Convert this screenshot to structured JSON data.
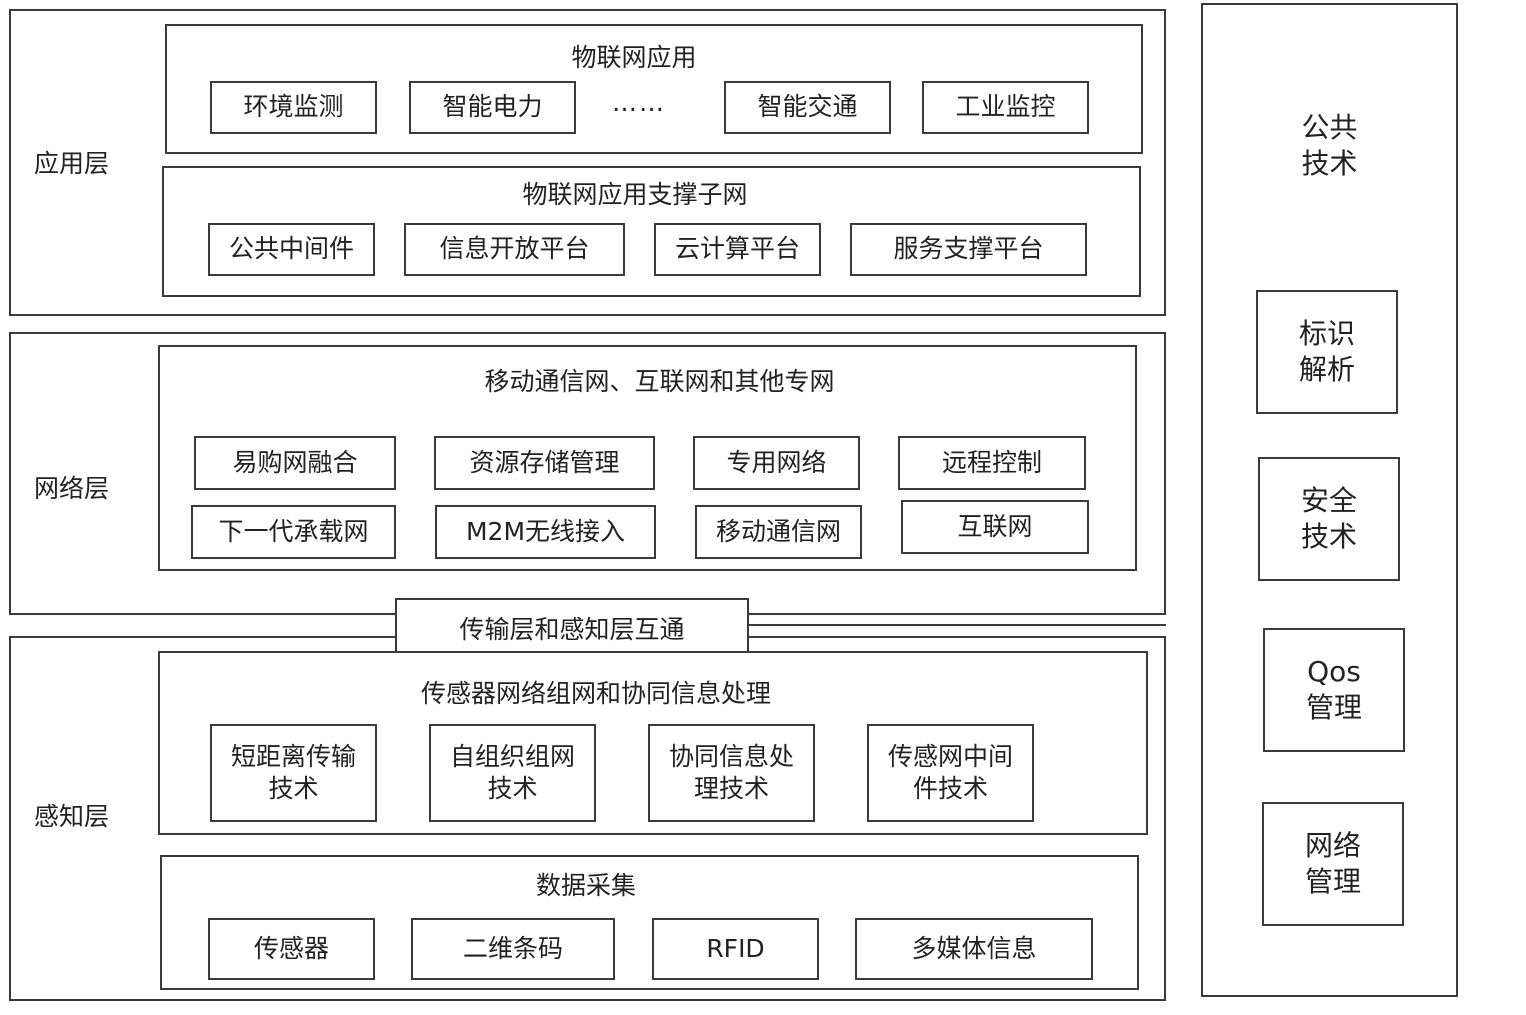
{
  "application_layer": {
    "label": "应用层",
    "apps": {
      "title": "物联网应用",
      "items": [
        "环境监测",
        "智能电力",
        "智能交通",
        "工业监控"
      ],
      "ellipsis": "……"
    },
    "support": {
      "title": "物联网应用支撑子网",
      "items": [
        "公共中间件",
        "信息开放平台",
        "云计算平台",
        "服务支撑平台"
      ]
    }
  },
  "network_layer": {
    "label": "网络层",
    "title": "移动通信网、互联网和其他专网",
    "row1": [
      "易购网融合",
      "资源存储管理",
      "专用网络",
      "远程控制"
    ],
    "row2": [
      "下一代承载网",
      "M2M无线接入",
      "移动通信网",
      "互联网"
    ]
  },
  "bridge": {
    "label": "传输层和感知层互通"
  },
  "perception_layer": {
    "label": "感知层",
    "networking": {
      "title": "传感器网络组网和协同信息处理",
      "items": [
        "短距离传输\n技术",
        "自组织组网\n技术",
        "协同信息处\n理技术",
        "传感网中间\n件技术"
      ]
    },
    "collection": {
      "title": "数据采集",
      "items": [
        "传感器",
        "二维条码",
        "RFID",
        "多媒体信息"
      ]
    }
  },
  "side_panel": {
    "title": "公共\n技术",
    "items": [
      "标识\n解析",
      "安全\n技术",
      "Qos\n管理",
      "网络\n管理"
    ]
  }
}
